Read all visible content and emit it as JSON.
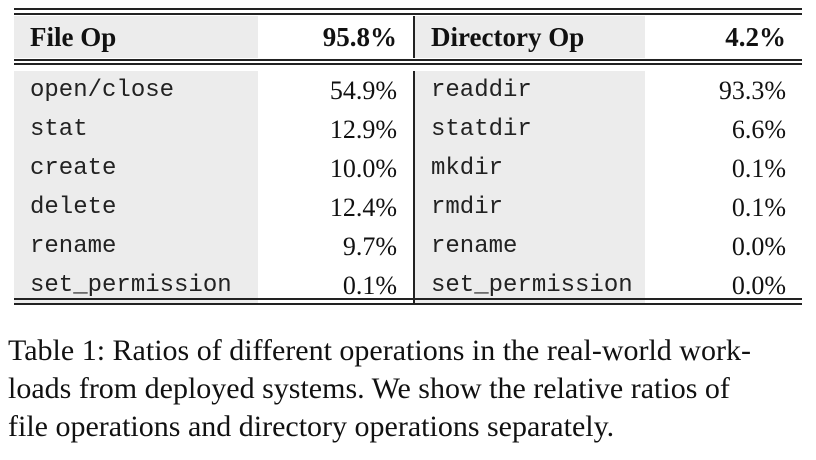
{
  "header": {
    "file_op": "File Op",
    "file_op_pct": "95.8%",
    "dir_op": "Directory Op",
    "dir_op_pct": "4.2%"
  },
  "rows": [
    {
      "file_op": "open/close",
      "file_pct": "54.9%",
      "dir_op": "readdir",
      "dir_pct": "93.3%"
    },
    {
      "file_op": "stat",
      "file_pct": "12.9%",
      "dir_op": "statdir",
      "dir_pct": "6.6%"
    },
    {
      "file_op": "create",
      "file_pct": "10.0%",
      "dir_op": "mkdir",
      "dir_pct": "0.1%"
    },
    {
      "file_op": "delete",
      "file_pct": "12.4%",
      "dir_op": "rmdir",
      "dir_pct": "0.1%"
    },
    {
      "file_op": "rename",
      "file_pct": "9.7%",
      "dir_op": "rename",
      "dir_pct": "0.0%"
    },
    {
      "file_op": "set_permission",
      "file_pct": "0.1%",
      "dir_op": "set_permission",
      "dir_pct": "0.0%"
    }
  ],
  "caption": {
    "line1": "Table 1:  Ratios of different operations in the real-world work-",
    "line2": "loads from deployed systems. We show the relative ratios of",
    "line3": "file operations and directory operations separately."
  }
}
